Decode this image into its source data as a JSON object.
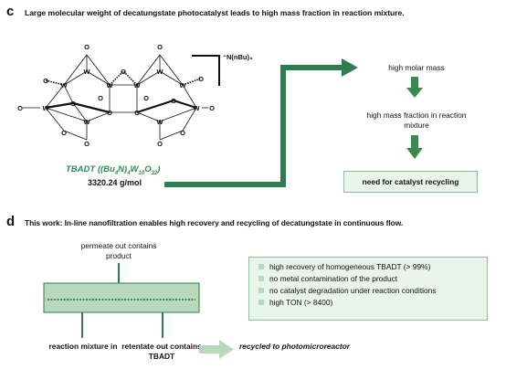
{
  "panel_c": {
    "letter": "c",
    "title": "Large molecular weight of decatungstate photocatalyst leads to high mass fraction in reaction mixture.",
    "counterion": "⁺N(nBu)₄",
    "molecule_symbols": {
      "tungsten": "W",
      "oxygen": "O"
    },
    "catalyst_name_prefix": "TBADT ((Bu",
    "catalyst_name_sub1": "4",
    "catalyst_name_mid": "N)",
    "catalyst_name_sub2": "4",
    "catalyst_name_w": "W",
    "catalyst_name_sub3": "10",
    "catalyst_name_o": "O",
    "catalyst_name_sub4": "32",
    "catalyst_name_suffix": ")",
    "molar_mass": "3320.24 g/mol",
    "flow": {
      "step1": "high molar mass",
      "step2": "high mass fraction in reaction mixture",
      "step3": "need for catalyst recycling"
    },
    "colors": {
      "accent": "#2e7d4f",
      "arrow": "#3a8a4e"
    }
  },
  "panel_d": {
    "letter": "d",
    "title": "This work: In-line nanofiltration enables high recovery and recycling of decatungstate in continuous flow.",
    "permeate": "permeate out contains product",
    "reaction_in": "reaction mixture in",
    "retentate": "retentate out contains TBADT",
    "recycled": "recycled to photomicroreactor",
    "benefits": [
      "high recovery of homogeneous TBADT (> 99%)",
      "no metal contamination of the product",
      "no catalyst degradation under reaction conditions",
      "high TON (> 8400)"
    ]
  }
}
